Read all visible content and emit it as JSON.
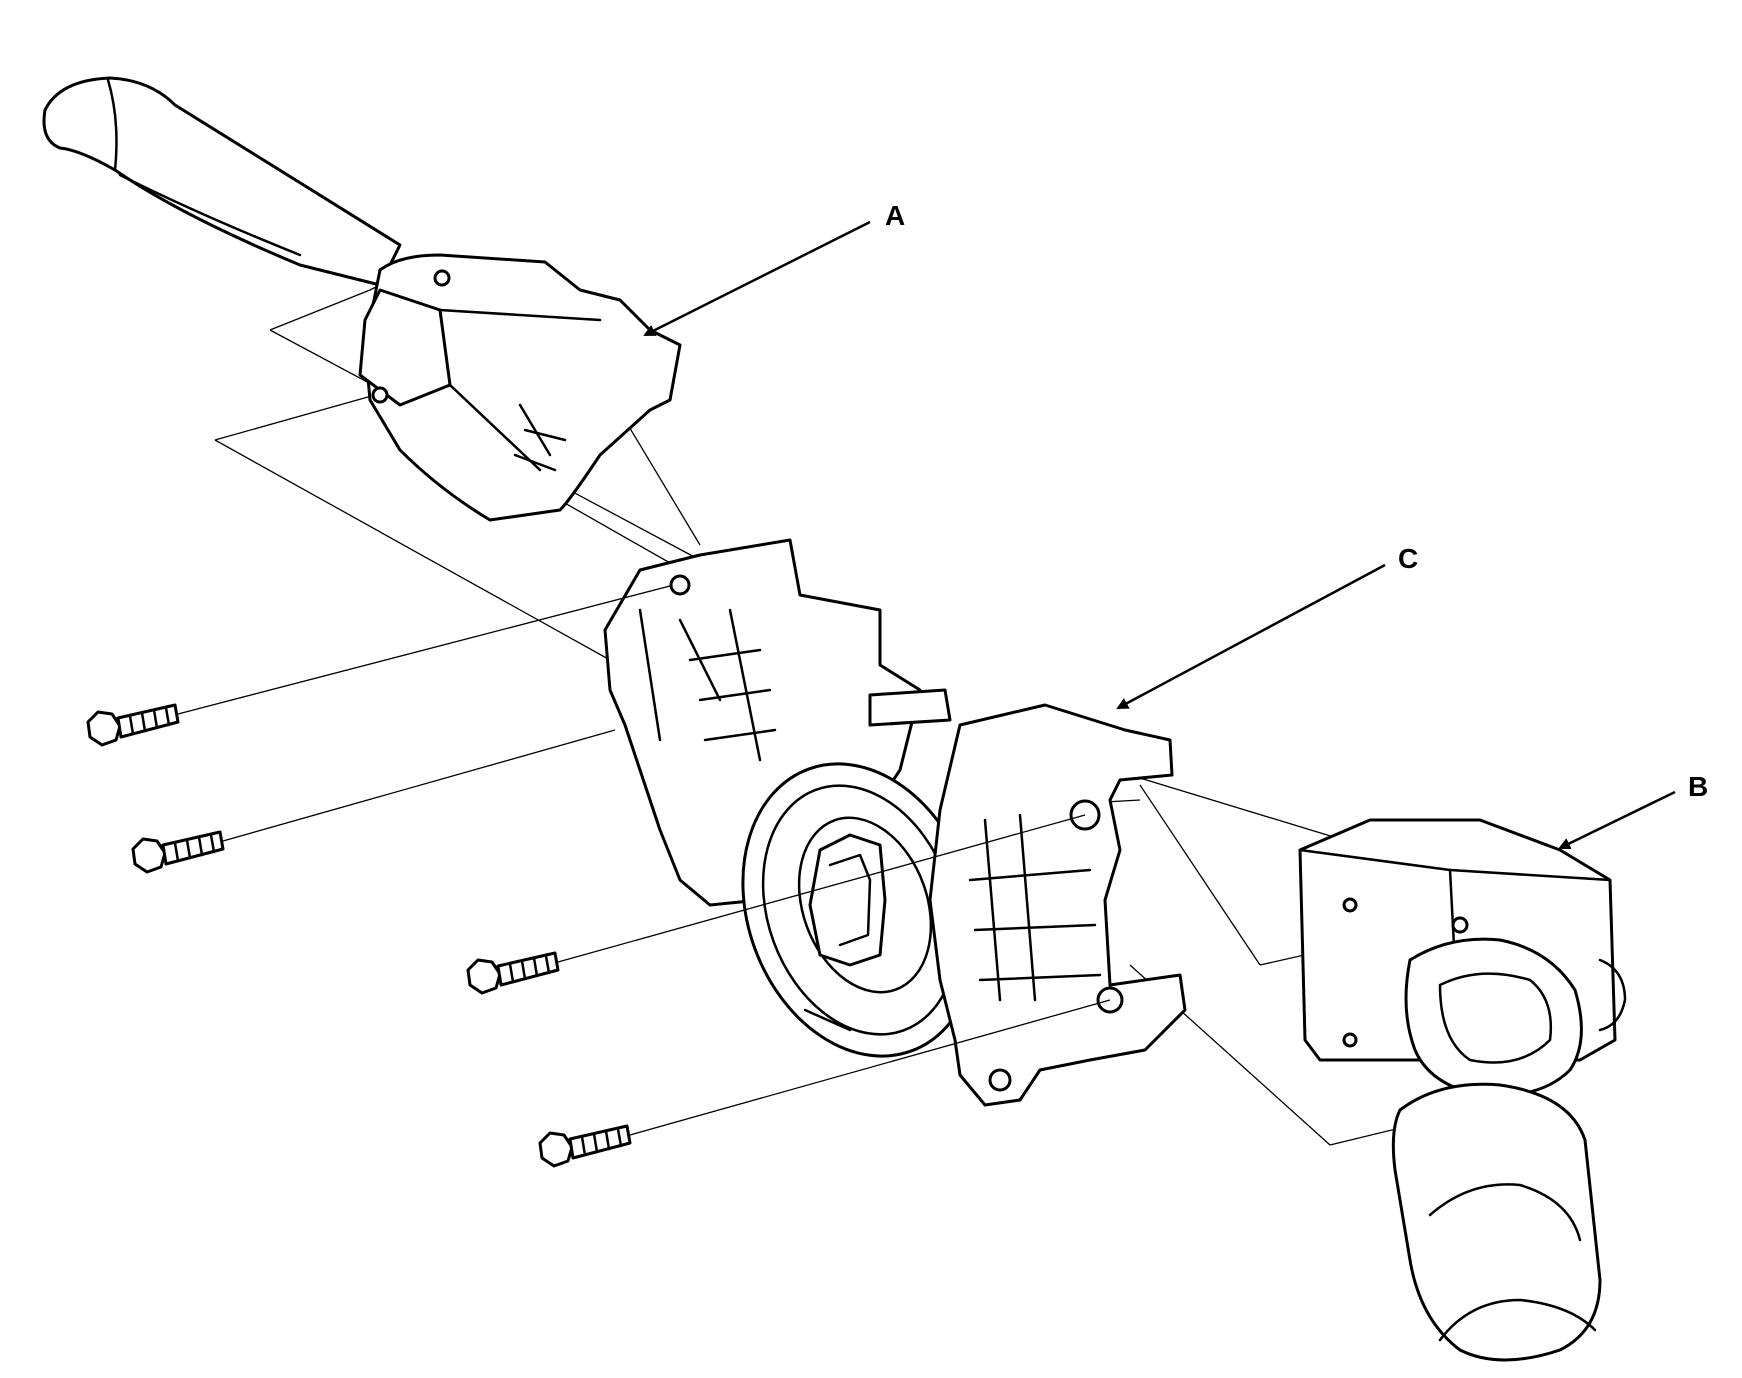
{
  "diagram": {
    "callouts": {
      "a": {
        "label": "A"
      },
      "b": {
        "label": "B"
      },
      "c": {
        "label": "C"
      }
    },
    "line_color": "#000000",
    "background_color": "#ffffff"
  }
}
